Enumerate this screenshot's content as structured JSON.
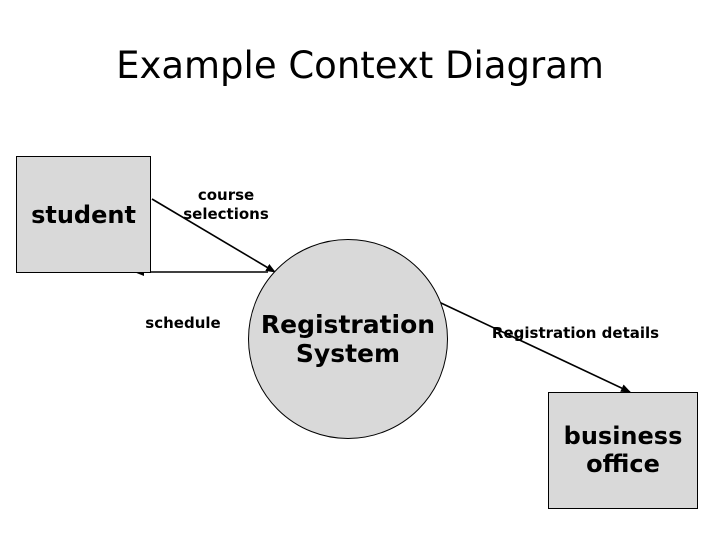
{
  "title": "Example Context Diagram",
  "nodes": {
    "student": {
      "label": "student",
      "shape": "rectangle",
      "fill": "#d9d9d9"
    },
    "system": {
      "label": "Registration\nSystem",
      "line1": "Registration",
      "line2": "System",
      "shape": "circle",
      "fill": "#d9d9d9"
    },
    "office": {
      "label": "business office",
      "line1": "business",
      "line2": "office",
      "shape": "rectangle",
      "fill": "#d9d9d9"
    }
  },
  "flows": [
    {
      "label_line1": "course",
      "label_line2": "selections",
      "from": "student",
      "to": "system"
    },
    {
      "label": "schedule",
      "from": "system",
      "to": "student"
    },
    {
      "label": "Registration details",
      "from": "system",
      "to": "office"
    }
  ],
  "colors": {
    "node_fill": "#d9d9d9",
    "stroke": "#000000",
    "background": "#ffffff"
  }
}
